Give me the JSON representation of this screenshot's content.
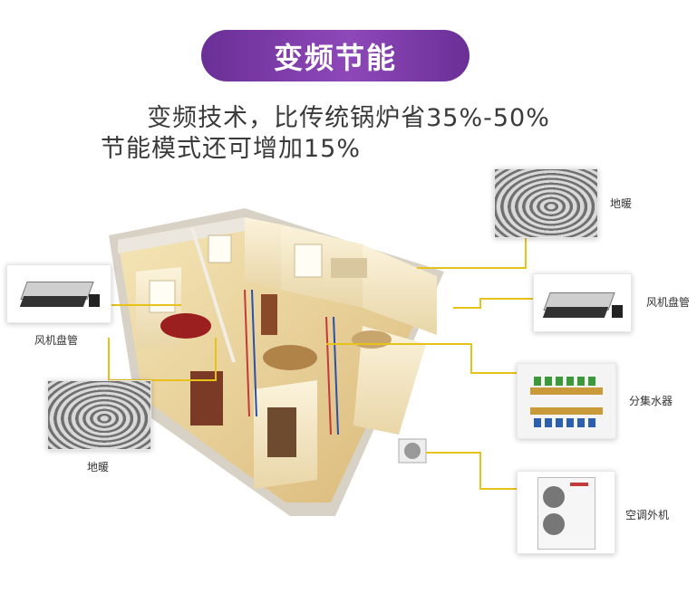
{
  "header": {
    "title": "变频节能",
    "subtitle_line1": "变频技术，比传统锅炉省35%-50%",
    "subtitle_line2": "节能模式还可增加15%"
  },
  "callouts": {
    "floor_heating_top": "地暖",
    "fan_coil_right": "风机盘管",
    "manifold": "分集水器",
    "outdoor_unit": "空调外机",
    "fan_coil_left": "风机盘管",
    "floor_heating_left": "地暖"
  },
  "colors": {
    "accent_purple": "#7b3aa8",
    "connector_yellow": "#e7c21a"
  }
}
